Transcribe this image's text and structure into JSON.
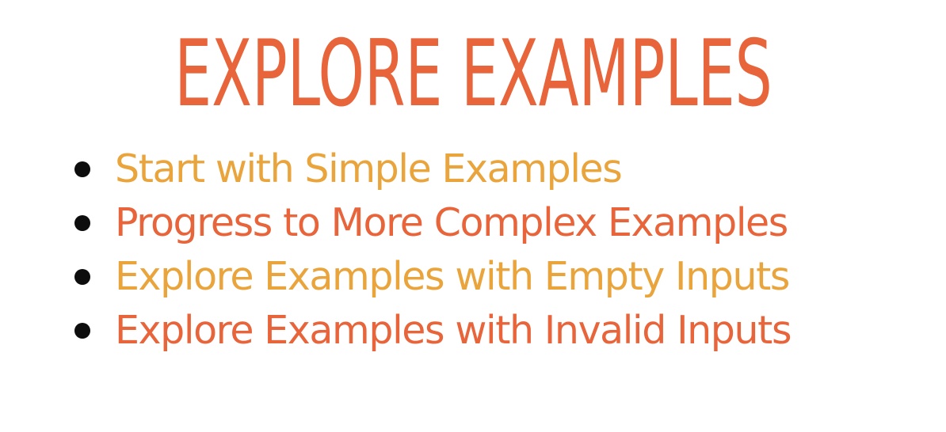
{
  "title": {
    "text": "EXPLORE EXAMPLES",
    "color": "#e8643a"
  },
  "bullets": [
    {
      "text": "Start with Simple Examples",
      "color": "#eaa43c"
    },
    {
      "text": "Progress to More Complex Examples",
      "color": "#e8643a"
    },
    {
      "text": "Explore Examples with Empty Inputs",
      "color": "#eaa43c"
    },
    {
      "text": "Explore Examples with Invalid Inputs",
      "color": "#e8643a"
    }
  ],
  "bullet_marker_color": "#0d0d0d"
}
